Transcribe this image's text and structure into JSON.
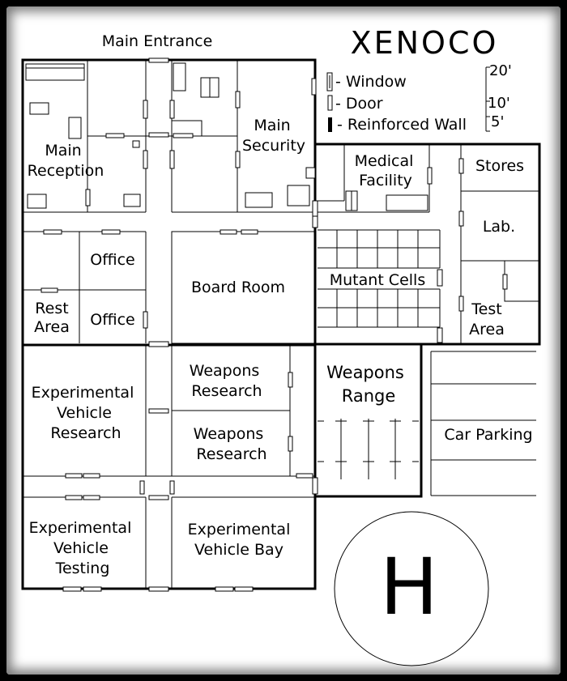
{
  "brand": "XENOCO",
  "legend": {
    "window": "- Window",
    "door": "- Door",
    "reinforced_wall": "- Reinforced Wall"
  },
  "scale": {
    "s20": "20'",
    "s10": "10'",
    "s5": "5'"
  },
  "labels": {
    "main_entrance": "Main Entrance",
    "main_reception_1": "Main",
    "main_reception_2": "Reception",
    "main_security_1": "Main",
    "main_security_2": "Security",
    "medical_1": "Medical",
    "medical_2": "Facility",
    "stores": "Stores",
    "lab": "Lab.",
    "office_1": "Office",
    "office_2": "Office",
    "rest_1": "Rest",
    "rest_2": "Area",
    "board_room": "Board Room",
    "mutant_cells": "Mutant Cells",
    "test_area_1": "Test",
    "test_area_2": "Area",
    "evr_1": "Experimental",
    "evr_2": "Vehicle",
    "evr_3": "Research",
    "wr1_1": "Weapons",
    "wr1_2": "Research",
    "wr2_1": "Weapons",
    "wr2_2": "Research",
    "range_1": "Weapons",
    "range_2": "Range",
    "car_parking": "Car Parking",
    "evt_1": "Experimental",
    "evt_2": "Vehicle",
    "evt_3": "Testing",
    "evb_1": "Experimental",
    "evb_2": "Vehicle Bay",
    "helipad": "H"
  }
}
